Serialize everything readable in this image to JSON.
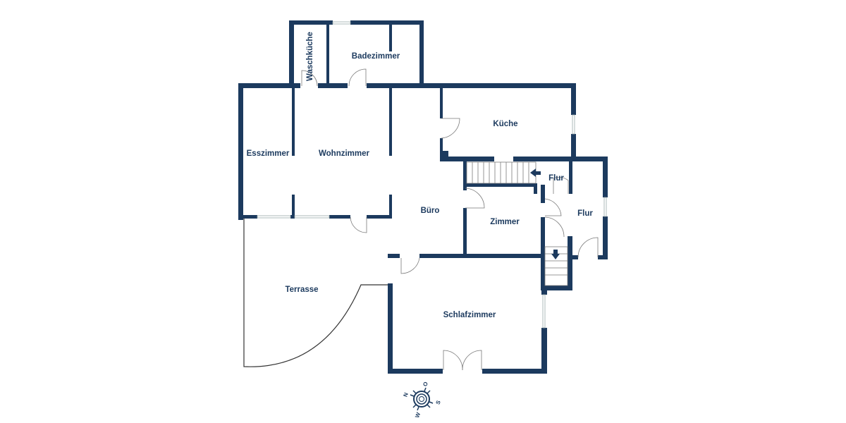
{
  "plan": {
    "wall_color": "#1c3a5e",
    "rooms": {
      "waschkueche": "Waschküche",
      "badezimmer": "Badezimmer",
      "esszimmer": "Esszimmer",
      "wohnzimmer": "Wohnzimmer",
      "kueche": "Küche",
      "flur_upper": "Flur",
      "flur_right": "Flur",
      "buero": "Büro",
      "zimmer": "Zimmer",
      "terrasse": "Terrasse",
      "schlafzimmer": "Schlafzimmer"
    },
    "compass": {
      "n": "N",
      "o": "O",
      "s": "S",
      "w": "W"
    }
  }
}
